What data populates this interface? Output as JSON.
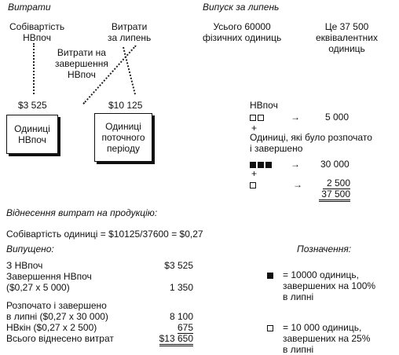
{
  "costs": {
    "title": "Витрати",
    "opening_cost_label": "Собівартість\nНВпоч",
    "july_costs_label": "Витрати\nза липень",
    "completion_costs_label": "Витрати на\nзавершення\nНВпоч",
    "opening_amount": "$3 525",
    "current_amount": "$10 125",
    "box_opening": "Одиниці\nНВпоч",
    "box_current": "Одиниці\nпоточного\nперіоду"
  },
  "output": {
    "title": "Випуск за липень",
    "physical_units": "Усього 60000\nфізичних одиниць",
    "equivalent_units": "Це 37 500\nеквівалентних\nодиниць",
    "wip_label": "НВпоч",
    "wip_value": "5 000",
    "plus": "+",
    "started_label": "Одиниці, які було розпочато\nі завершено",
    "started_value": "30 000",
    "ending_value": "2 500",
    "total_value": "37 500",
    "arrow": "→"
  },
  "allocation": {
    "title": "Віднесення витрат на продукцію:",
    "unit_cost_formula": "Собівартість одиниці = $10125/37600 = $0,27",
    "released_title": "Випущено:",
    "rows": [
      {
        "label": "З НВпоч",
        "value": "$3 525"
      },
      {
        "label": "Завершення НВпоч\n($0,27 х 5 000)",
        "value": "1 350"
      },
      {
        "label": "Розпочато і завершено\nв липні ($0,27 х 30 000)",
        "value": "8 100"
      },
      {
        "label": "НВкін ($0,27 х 2 500)",
        "value": "675"
      },
      {
        "label": "Всього віднесено витрат",
        "value": "$13 650"
      }
    ]
  },
  "legend": {
    "title": "Позначення:",
    "solid_text": " = 10000 одиниць,\nзавершених на 100%\nв липні",
    "hollow_text": " = 10 000 одиниць,\nзавершених на 25%\nв липні"
  }
}
